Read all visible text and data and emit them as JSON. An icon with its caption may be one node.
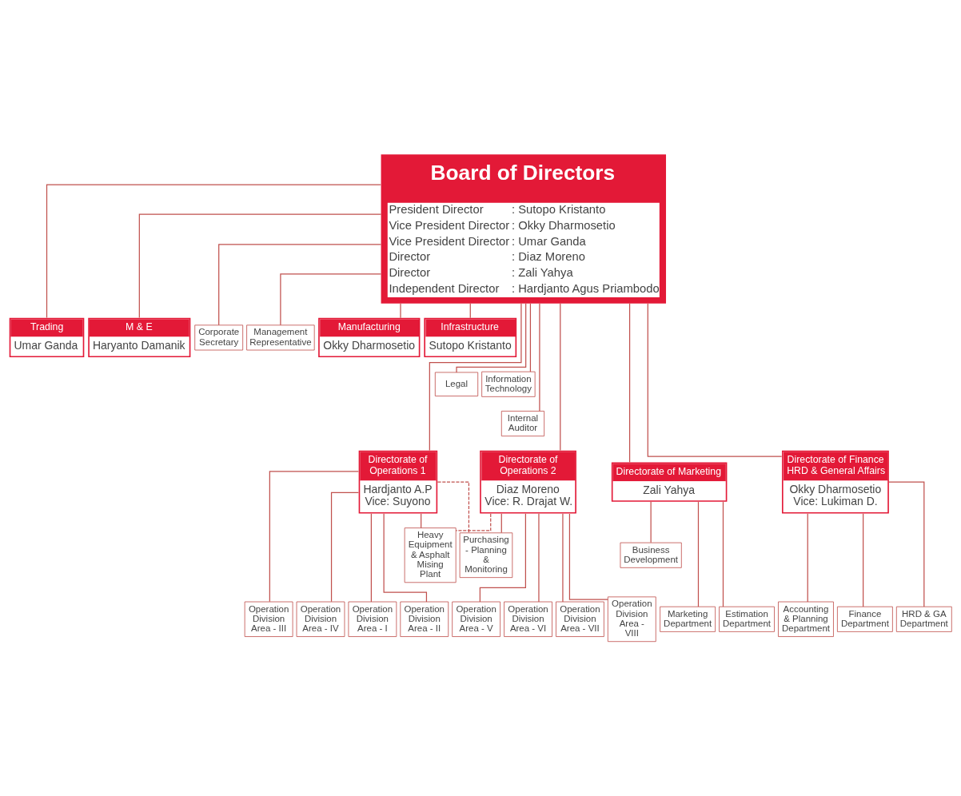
{
  "diagram": {
    "nodes": [
      {
        "text": [
          "Board of Directors",
          "President Director",
          ": Sutopo Kristanto",
          "Vice President Director",
          ": Okky Dharmosetio",
          "Vice President Director",
          ": Umar Ganda",
          "Director",
          ": Diaz Moreno",
          "Director",
          ": Zali Yahya",
          "Independent Director",
          ": Hardjanto Agus Priambodo"
        ]
      },
      {
        "text": [
          "Trading",
          "Umar Ganda"
        ]
      },
      {
        "text": [
          "M & E",
          "Haryanto Damanik"
        ]
      },
      {
        "text": [
          "Corporate Secretary"
        ]
      },
      {
        "text": [
          "Management Representative"
        ]
      },
      {
        "text": [
          "Manufacturing",
          "Okky Dharmosetio"
        ]
      },
      {
        "text": [
          "Infrastructure",
          "Sutopo Kristanto"
        ]
      },
      {
        "text": [
          "Legal"
        ]
      },
      {
        "text": [
          "Information Technology"
        ]
      },
      {
        "text": [
          "Internal Auditor"
        ]
      },
      {
        "text": [
          "Directorate of Operations 1",
          "Hardjanto A.P",
          "Vice: Suyono"
        ]
      },
      {
        "text": [
          "Directorate of Operations 2",
          "Diaz Moreno",
          "Vice: R. Drajat W."
        ]
      },
      {
        "text": [
          "Directorate of Marketing",
          "Zali Yahya"
        ]
      },
      {
        "text": [
          "Directorate of Finance HRD & General Affairs",
          "Okky Dharmosetio",
          "Vice: Lukiman D."
        ]
      },
      {
        "text": [
          "Heavy Equipment & Asphalt Mising Plant"
        ]
      },
      {
        "text": [
          "Purchasing - Planning & Monitoring"
        ]
      },
      {
        "text": [
          "Business Development"
        ]
      },
      {
        "text": [
          "Operation Division Area - I"
        ]
      },
      {
        "text": [
          "Operation Division Area - II"
        ]
      },
      {
        "text": [
          "Operation Division Area - III"
        ]
      },
      {
        "text": [
          "Operation Division Area - IV"
        ]
      },
      {
        "text": [
          "Operation Division Area - V"
        ]
      },
      {
        "text": [
          "Operation Division Area - VI"
        ]
      },
      {
        "text": [
          "Operation Division Area - VII"
        ]
      },
      {
        "text": [
          "Operation Division Area - VIII"
        ]
      },
      {
        "text": [
          "Marketing Department"
        ]
      },
      {
        "text": [
          "Estimation Department"
        ]
      },
      {
        "text": [
          "Accounting & Planning Department"
        ]
      },
      {
        "text": [
          "Finance Department"
        ]
      },
      {
        "text": [
          "HRD & GA Department"
        ]
      }
    ],
    "edges": [
      {
        "from": 0,
        "to": 1,
        "arrow": "none"
      },
      {
        "from": 0,
        "to": 2,
        "arrow": "none"
      },
      {
        "from": 0,
        "to": 3,
        "arrow": "none"
      },
      {
        "from": 0,
        "to": 4,
        "arrow": "none"
      },
      {
        "from": 0,
        "to": 5,
        "arrow": "none"
      },
      {
        "from": 0,
        "to": 6,
        "arrow": "none"
      },
      {
        "from": 0,
        "to": 7,
        "arrow": "none"
      },
      {
        "from": 0,
        "to": 8,
        "arrow": "none"
      },
      {
        "from": 0,
        "to": 9,
        "arrow": "none"
      },
      {
        "from": 0,
        "to": 10,
        "arrow": "none"
      },
      {
        "from": 0,
        "to": 11,
        "arrow": "none"
      },
      {
        "from": 0,
        "to": 12,
        "arrow": "none"
      },
      {
        "from": 0,
        "to": 13,
        "arrow": "none"
      },
      {
        "from": 10,
        "to": 14,
        "arrow": "none"
      },
      {
        "from": 11,
        "to": 14,
        "arrow": "none",
        "style": "dashed"
      },
      {
        "from": 10,
        "to": 15,
        "arrow": "none",
        "style": "dashed"
      },
      {
        "from": 11,
        "to": 15,
        "arrow": "none"
      },
      {
        "from": 12,
        "to": 16,
        "arrow": "none"
      },
      {
        "from": 10,
        "to": 17,
        "arrow": "none"
      },
      {
        "from": 10,
        "to": 18,
        "arrow": "none"
      },
      {
        "from": 10,
        "to": 19,
        "arrow": "none"
      },
      {
        "from": 10,
        "to": 20,
        "arrow": "none"
      },
      {
        "from": 11,
        "to": 21,
        "arrow": "none"
      },
      {
        "from": 11,
        "to": 22,
        "arrow": "none"
      },
      {
        "from": 11,
        "to": 23,
        "arrow": "none"
      },
      {
        "from": 11,
        "to": 24,
        "arrow": "none"
      },
      {
        "from": 12,
        "to": 25,
        "arrow": "none"
      },
      {
        "from": 12,
        "to": 26,
        "arrow": "none"
      },
      {
        "from": 13,
        "to": 27,
        "arrow": "none"
      },
      {
        "from": 13,
        "to": 28,
        "arrow": "none"
      },
      {
        "from": 13,
        "to": 29,
        "arrow": "none"
      }
    ]
  }
}
